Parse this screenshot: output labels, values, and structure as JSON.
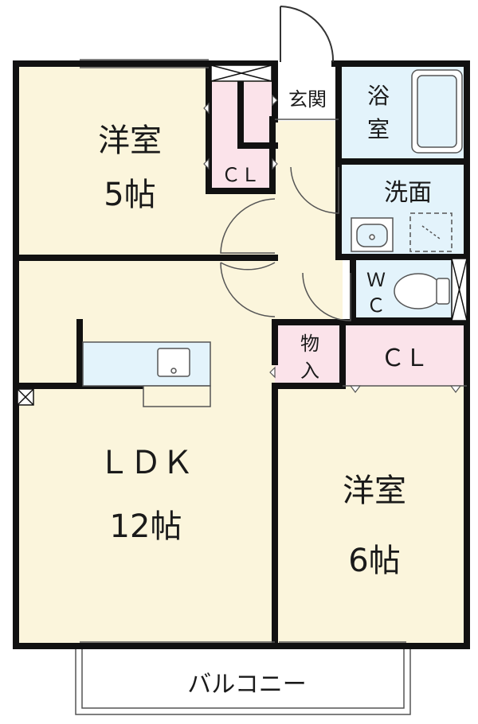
{
  "rooms": {
    "western_room_5": {
      "name": "洋室",
      "size": "5帖"
    },
    "ldk": {
      "name": "ＬＤＫ",
      "size": "12帖"
    },
    "western_room_6": {
      "name": "洋室",
      "size": "6帖"
    },
    "entrance": {
      "name": "玄関"
    },
    "bathroom": {
      "name_line1": "浴",
      "name_line2": "室"
    },
    "washroom": {
      "name": "洗面"
    },
    "toilet": {
      "line1": "Ｗ",
      "line2": "Ｃ"
    },
    "storage": {
      "line1": "物",
      "line2": "入"
    },
    "closet_top": {
      "name": "ＣＬ"
    },
    "closet_bottom": {
      "name": "ＣＬ"
    },
    "balcony": {
      "name": "バルコニー"
    }
  },
  "colors": {
    "room_fill": "#fbf5dc",
    "wet_fill": "#e3f3fb",
    "closet_fill": "#fbe3ea",
    "wall": "#111111",
    "thin_line": "#555555"
  }
}
